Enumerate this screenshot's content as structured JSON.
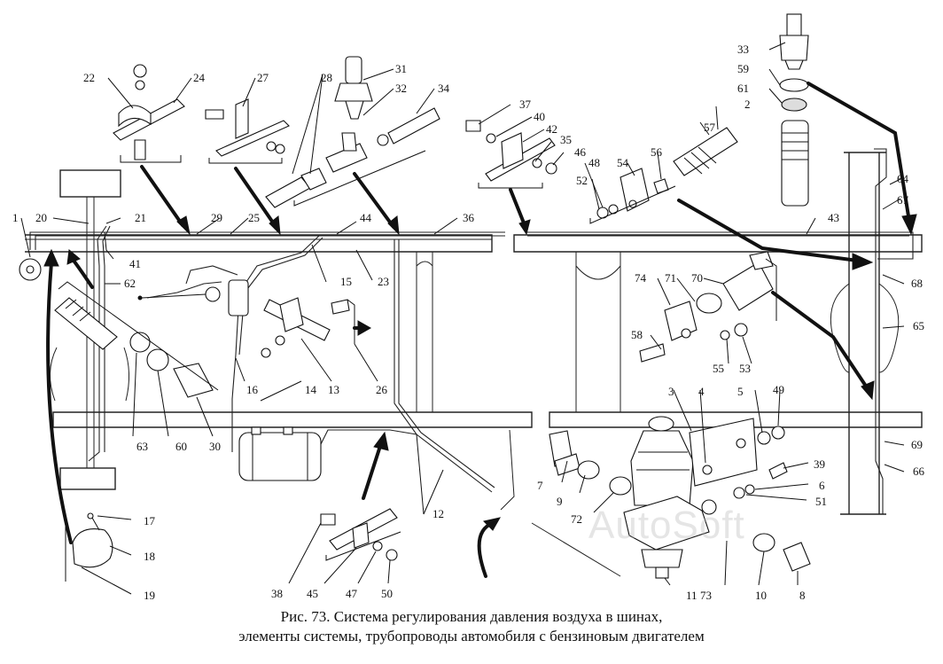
{
  "figure": {
    "caption_line1": "Рис. 73. Система регулирования давления воздуха в шинах,",
    "caption_line2": "элементы системы, трубопроводы автомобиля с бензиновым двигателем",
    "watermark": "AutoSoft"
  },
  "callouts": [
    {
      "id": "c1",
      "text": "1"
    },
    {
      "id": "c2",
      "text": "2"
    },
    {
      "id": "c3",
      "text": "3"
    },
    {
      "id": "c4",
      "text": "4"
    },
    {
      "id": "c5",
      "text": "5"
    },
    {
      "id": "c6",
      "text": "6"
    },
    {
      "id": "c7",
      "text": "7"
    },
    {
      "id": "c8",
      "text": "8"
    },
    {
      "id": "c9",
      "text": "9"
    },
    {
      "id": "c10",
      "text": "10"
    },
    {
      "id": "c11",
      "text": "11"
    },
    {
      "id": "c12",
      "text": "12"
    },
    {
      "id": "c13",
      "text": "13"
    },
    {
      "id": "c14",
      "text": "14"
    },
    {
      "id": "c15",
      "text": "15"
    },
    {
      "id": "c16",
      "text": "16"
    },
    {
      "id": "c17",
      "text": "17"
    },
    {
      "id": "c18",
      "text": "18"
    },
    {
      "id": "c19",
      "text": "19"
    },
    {
      "id": "c20",
      "text": "20"
    },
    {
      "id": "c21",
      "text": "21"
    },
    {
      "id": "c22",
      "text": "22"
    },
    {
      "id": "c23",
      "text": "23"
    },
    {
      "id": "c24",
      "text": "24"
    },
    {
      "id": "c25",
      "text": "25"
    },
    {
      "id": "c26",
      "text": "26"
    },
    {
      "id": "c27",
      "text": "27"
    },
    {
      "id": "c28",
      "text": "28"
    },
    {
      "id": "c29",
      "text": "29"
    },
    {
      "id": "c30",
      "text": "30"
    },
    {
      "id": "c31",
      "text": "31"
    },
    {
      "id": "c32",
      "text": "32"
    },
    {
      "id": "c33",
      "text": "33"
    },
    {
      "id": "c34",
      "text": "34"
    },
    {
      "id": "c35",
      "text": "35"
    },
    {
      "id": "c36",
      "text": "36"
    },
    {
      "id": "c37",
      "text": "37"
    },
    {
      "id": "c38",
      "text": "38"
    },
    {
      "id": "c39",
      "text": "39"
    },
    {
      "id": "c40",
      "text": "40"
    },
    {
      "id": "c41",
      "text": "41"
    },
    {
      "id": "c42",
      "text": "42"
    },
    {
      "id": "c43",
      "text": "43"
    },
    {
      "id": "c44",
      "text": "44"
    },
    {
      "id": "c45",
      "text": "45"
    },
    {
      "id": "c46",
      "text": "46"
    },
    {
      "id": "c47",
      "text": "47"
    },
    {
      "id": "c48",
      "text": "48"
    },
    {
      "id": "c49",
      "text": "49"
    },
    {
      "id": "c50",
      "text": "50"
    },
    {
      "id": "c51",
      "text": "51"
    },
    {
      "id": "c52",
      "text": "52"
    },
    {
      "id": "c53",
      "text": "53"
    },
    {
      "id": "c54",
      "text": "54"
    },
    {
      "id": "c55",
      "text": "55"
    },
    {
      "id": "c56",
      "text": "56"
    },
    {
      "id": "c57",
      "text": "57"
    },
    {
      "id": "c58",
      "text": "58"
    },
    {
      "id": "c59",
      "text": "59"
    },
    {
      "id": "c60",
      "text": "60"
    },
    {
      "id": "c61",
      "text": "61"
    },
    {
      "id": "c62",
      "text": "62"
    },
    {
      "id": "c63",
      "text": "63"
    },
    {
      "id": "c64",
      "text": "64"
    },
    {
      "id": "c65",
      "text": "65"
    },
    {
      "id": "c66",
      "text": "66"
    },
    {
      "id": "c67",
      "text": "67"
    },
    {
      "id": "c68",
      "text": "68"
    },
    {
      "id": "c69",
      "text": "69"
    },
    {
      "id": "c70",
      "text": "70"
    },
    {
      "id": "c71",
      "text": "71"
    },
    {
      "id": "c72",
      "text": "72"
    },
    {
      "id": "c73",
      "text": "73"
    },
    {
      "id": "c74",
      "text": "74"
    }
  ]
}
